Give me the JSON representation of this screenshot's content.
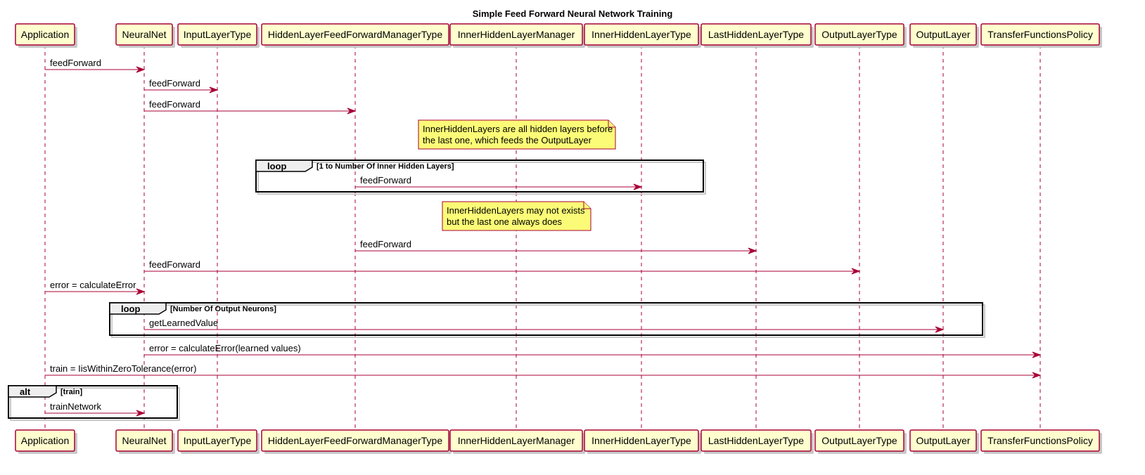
{
  "diagram": {
    "title": "Simple Feed Forward Neural Network Training",
    "participants": [
      "Application",
      "NeuralNet",
      "InputLayerType",
      "HiddenLayerFeedForwardManagerType",
      "InnerHiddenLayerManager",
      "InnerHiddenLayerType",
      "LastHiddenLayerType",
      "OutputLayerType",
      "OutputLayer",
      "TransferFunctionsPolicy"
    ],
    "messages": [
      {
        "from": "Application",
        "to": "NeuralNet",
        "label": "feedForward"
      },
      {
        "from": "NeuralNet",
        "to": "InputLayerType",
        "label": "feedForward"
      },
      {
        "from": "NeuralNet",
        "to": "HiddenLayerFeedForwardManagerType",
        "label": "feedForward"
      },
      {
        "from": "HiddenLayerFeedForwardManagerType",
        "to": "InnerHiddenLayerType",
        "label": "feedForward"
      },
      {
        "from": "HiddenLayerFeedForwardManagerType",
        "to": "LastHiddenLayerType",
        "label": "feedForward"
      },
      {
        "from": "NeuralNet",
        "to": "OutputLayerType",
        "label": "feedForward"
      },
      {
        "from": "Application",
        "to": "NeuralNet",
        "label": "error = calculateError"
      },
      {
        "from": "NeuralNet",
        "to": "OutputLayer",
        "label": "getLearnedValue"
      },
      {
        "from": "NeuralNet",
        "to": "TransferFunctionsPolicy",
        "label": "error = calculateError(learned values)"
      },
      {
        "from": "Application",
        "to": "TransferFunctionsPolicy",
        "label": "train = IisWithinZeroTolerance(error)"
      },
      {
        "from": "Application",
        "to": "NeuralNet",
        "label": "trainNetwork"
      }
    ],
    "notes": [
      {
        "lines": [
          "InnerHiddenLayers are all hidden layers before",
          "the last one, which feeds the OutputLayer"
        ]
      },
      {
        "lines": [
          "InnerHiddenLayers may not exists",
          "but the last one always does"
        ]
      }
    ],
    "fragments": [
      {
        "keyword": "loop",
        "guard": "[1 to Number Of Inner Hidden Layers]"
      },
      {
        "keyword": "loop",
        "guard": "[Number Of Output Neurons]"
      },
      {
        "keyword": "alt",
        "guard": "[train]"
      }
    ],
    "colors": {
      "participant_fill": "#FEFECE",
      "line_color": "#A80036",
      "note_fill": "#FBFB77",
      "tab_fill": "#EEEEEE"
    }
  }
}
